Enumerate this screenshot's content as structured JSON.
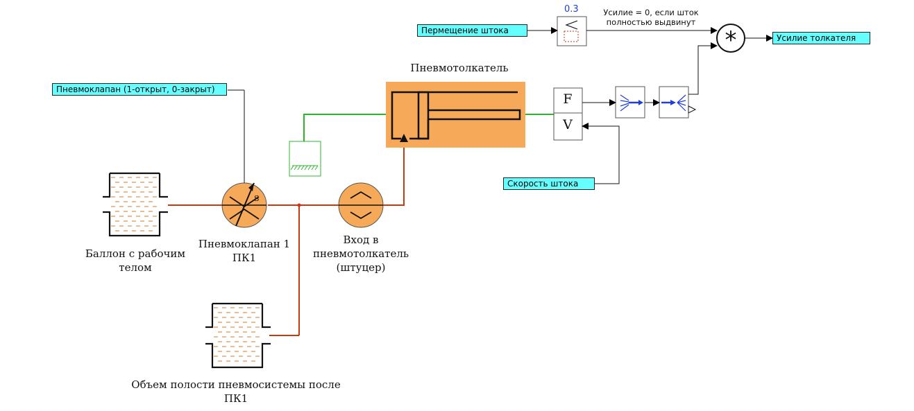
{
  "diagram": {
    "inputs": {
      "valve_control": "Пневмоклапан (1-открыт, 0-закрыт)",
      "rod_displacement": "Пермещение штока",
      "rod_velocity": "Скорость штока"
    },
    "outputs": {
      "pusher_force": "Усилие толкателя"
    },
    "labels": {
      "pusher": "Пневмотолкатель",
      "tank": "Баллон с рабочим телом",
      "valve": "Пневмоклапан 1 ПК1",
      "inlet": "Вход в пневмотолкатель (штуцер)",
      "volume": "Объем полости пневмосистемы после ПК1",
      "force_note": "Усилие = 0, если шток полностью выдвинут",
      "threshold_value": "0.3",
      "valve_s": "S",
      "port_f": "F",
      "port_v": "V",
      "multiply": "*"
    },
    "colors": {
      "pneumatic_line": "#c43a0e",
      "mechanical_line": "#2bb52b",
      "signal_line": "#000000",
      "component_fill": "#f7a95a",
      "io_fill": "#66ffff",
      "converter_arrow": "#1f3fd8"
    }
  }
}
